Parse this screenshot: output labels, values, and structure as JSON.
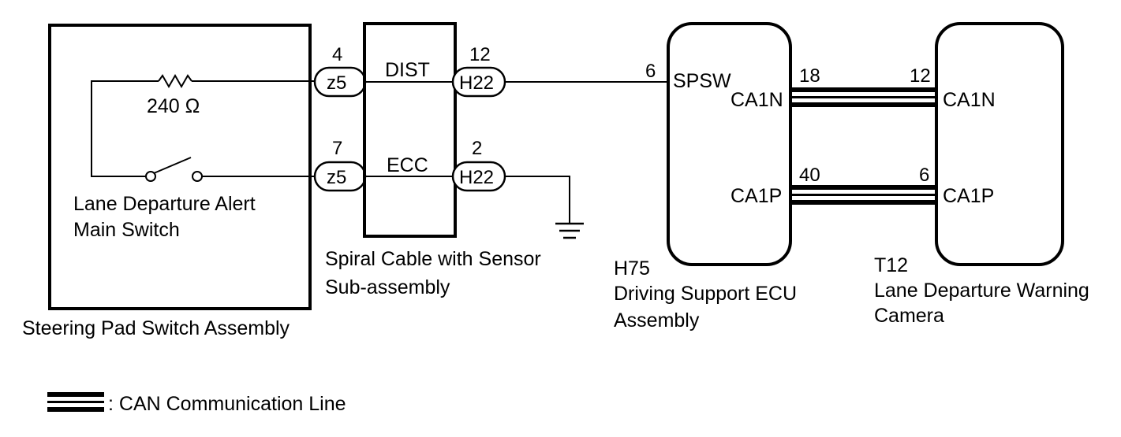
{
  "components": {
    "steering_pad": {
      "name": "Steering Pad Switch Assembly",
      "resistor_value": "240 Ω",
      "switch_label_line1": "Lane Departure Alert",
      "switch_label_line2": "Main Switch"
    },
    "spiral_cable": {
      "name_line1": "Spiral Cable with Sensor",
      "name_line2": "Sub-assembly",
      "signal_top": "DIST",
      "signal_bottom": "ECC"
    },
    "ecu": {
      "code": "H75",
      "name_line1": "Driving Support ECU",
      "name_line2": "Assembly",
      "terminal_spsw": "SPSW",
      "terminal_ca1n": "CA1N",
      "terminal_ca1p": "CA1P"
    },
    "camera": {
      "code": "T12",
      "name_line1": "Lane Departure Warning",
      "name_line2": "Camera",
      "terminal_ca1n": "CA1N",
      "terminal_ca1p": "CA1P"
    }
  },
  "connectors": {
    "z5_top": {
      "id": "z5",
      "pin": "4"
    },
    "z5_bottom": {
      "id": "z5",
      "pin": "7"
    },
    "h22_top": {
      "id": "H22",
      "pin": "12"
    },
    "h22_bottom": {
      "id": "H22",
      "pin": "2"
    }
  },
  "pins": {
    "ecu_spsw": "6",
    "ecu_ca1n": "18",
    "ecu_ca1p": "40",
    "camera_ca1n": "12",
    "camera_ca1p": "6"
  },
  "legend": {
    "text": ": CAN Communication Line"
  }
}
